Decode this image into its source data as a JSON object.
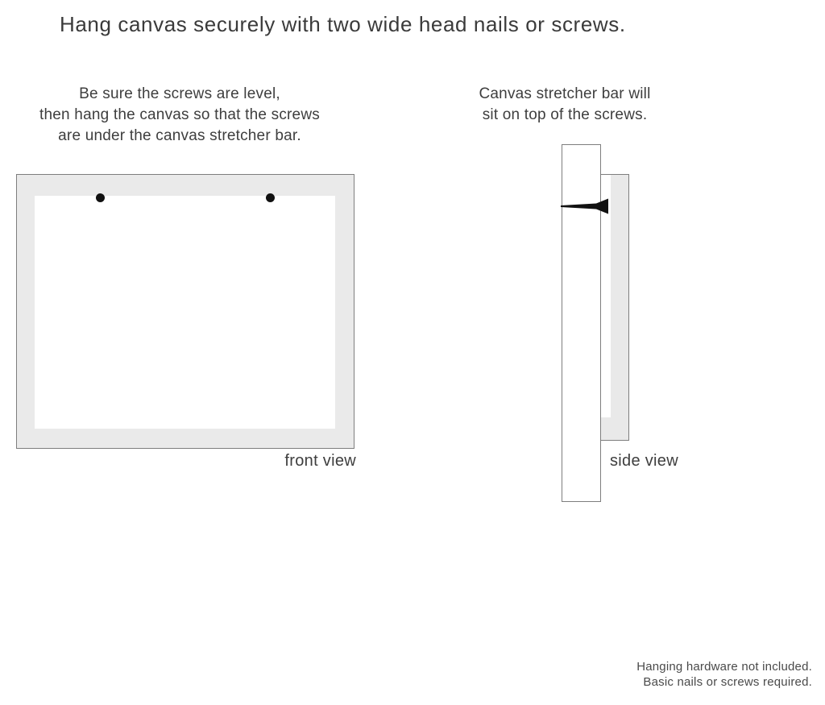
{
  "page": {
    "title": "Hang canvas securely with two wide head nails or screws."
  },
  "instructions_left": {
    "lines": [
      "Be sure the screws are level,",
      "then hang the canvas so that the screws",
      "are under the canvas stretcher bar."
    ]
  },
  "instructions_right": {
    "lines": [
      "Canvas stretcher bar will",
      "sit on top of the screws."
    ]
  },
  "front_view": {
    "label": "front view",
    "screw_count": 2
  },
  "side_view": {
    "label": "side view"
  },
  "footer": {
    "lines": [
      "Hanging hardware not included.",
      "Basic nails or screws required."
    ]
  },
  "colors": {
    "text": "#3c3c3c",
    "outline": "#7e7e7e",
    "canvas_edge_fill": "#eaeaea",
    "screw": "#111111",
    "nail": "#111111",
    "background": "#ffffff"
  }
}
